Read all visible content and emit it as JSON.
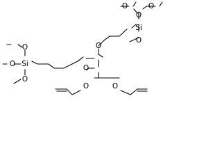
{
  "molecule": {
    "atom_labels": {
      "o1": "O",
      "o2": "O",
      "o3": "O",
      "si1": "Si",
      "o4": "O",
      "o5": "O",
      "o6": "O",
      "o7": "O",
      "o8": "O",
      "si2": "Si",
      "o9": "O",
      "o10": "O",
      "o11": "O"
    }
  }
}
